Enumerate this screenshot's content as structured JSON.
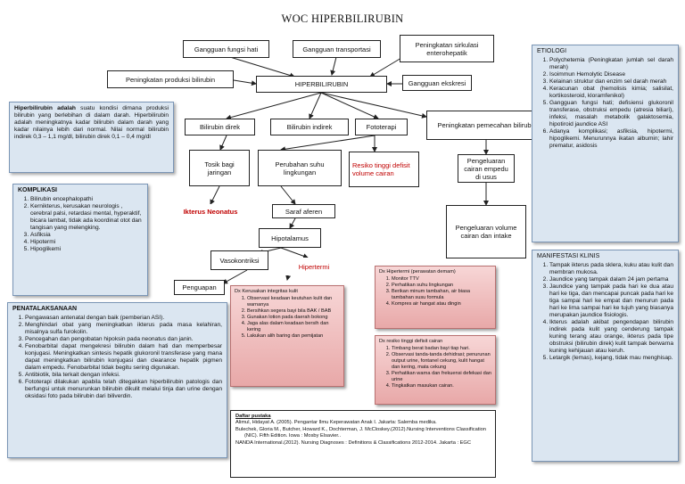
{
  "title": "WOC HIPERBILIRUBIN",
  "nodes": {
    "gangguan_fungsi_hati": "Gangguan fungsi hati",
    "gangguan_transportasi": "Gangguan transportasi",
    "sirkulasi": "Peningkatan sirkulasi enterohepatik",
    "produksi": "Peningkatan produksi bilirubin",
    "hiper": "HIPERBILIRUBIN",
    "ekskresi": "Gangguan ekskresi",
    "direk": "Bilirubin direk",
    "indirek": "Bilirubin indirek",
    "fototerapi": "Fototerapi",
    "pemecahan": "Peningkatan pemecahan bilirubin",
    "toksik": "Tosik bagi jaringan",
    "suhu": "Perubahan suhu lingkungan",
    "resiko_defisit": "Resiko tinggi defisit volume cairan",
    "pengeluaran_empedu": "Pengeluaran cairan empedu di usus",
    "ikterus": "Ikterus Neonatus",
    "saraf": "Saraf aferen",
    "hipotalamus": "Hipotalamus",
    "pengeluaran_volume": "Pengeluaran volume cairan dan intake",
    "vasokontriksi": "Vasokontriksi",
    "hipertermi": "Hipertermi",
    "penguapan": "Penguapan"
  },
  "definisi": {
    "term": "Hiperbilirubin adalah",
    "text": "suatu kondisi dimana produksi bilirubin yang berlebihan di dalam darah. Hiperbilirubin adalah meningkatnya kadar bilirubin dalam darah yang kadar nilainya lebih dari normal. Nilai normal bilirubin indirek 0,3 – 1,1 mg/dl, bilirubin direk 0,1 – 0,4 mg/dl"
  },
  "komplikasi": {
    "title": "KOMPLIKASI",
    "items": [
      "Bilirubin encephalopathi",
      "Kernikterus, kerusakan neurologis , cerebral palsi, retardasi mental, hyperaktif, bicara lambat, tidak ada koordinat otot dan tangisan yang melengking.",
      "Asfiksia",
      "Hipotermi",
      "Hipoglikemi"
    ]
  },
  "penatalaksanaan": {
    "title": "PENATALAKSANAAN",
    "items": [
      "Pengawasan antenatal dengan baik (pemberian ASI).",
      "Menghindari obat yang meningkatkan ikterus pada masa kelahiran, misalnya sulfa furokolin.",
      "Pencegahan dan pengobatan hipoksin pada neonatus dan janin.",
      "Fenobarbital dapat mengekresi bilirubin dalam hati dan memperbesar konjugasi. Meningkatkan sintesis hepatik glukoronil transferase yang mana dapat meningkatkan bilirubin konjugasi dan clearance hepatik pigmen dalam empedu. Fenobarbital tidak begitu sering digunakan.",
      "Antibiotik, bila terkait dengan infeksi.",
      "Fototerapi dilakukan apabila telah ditegakkan hiperbilirubin patologis dan berfungsi untuk menurunkan bilirubin dikulit melalui tinja dan urine dengan oksidasi foto pada bilirubin dari biliverdin."
    ]
  },
  "etiologi": {
    "title": "ETIOLOGI",
    "items": [
      "Polychetemia (Peningkatan jumlah sel darah merah)",
      "Isoimmun Hemolytic Disease",
      "Kelainan struktur dan enzim sel darah merah",
      "Keracunan obat (hemolisis kimia; salisilat, kortikosteroid, kloramfenikol)",
      "Gangguan fungsi hati; defisiensi glukoronil transferase, obstruksi empedu (atresia biliari), infeksi, masalah metabolik galaktosemia, hipotiroid jaundice ASI",
      "Adanya komplikasi; asfiksia, hipotermi, hipoglikemi. Menurunnya ikatan albumin; lahir prematur, asidosis"
    ]
  },
  "manifestasi": {
    "title": "MANIFESTASI KLINIS",
    "items": [
      "Tampak ikterus pada sklera, kuku atau kulit dan membran mukosa.",
      "Jaundice yang tampak dalam 24 jam pertama",
      "Jaundice yang tampak pada hari ke dua atau hari ke tiga, dan mencapai puncak pada hari ke tiga sampai hari ke empat dan menurun pada hari ke lima sampai hari ke tujuh yang biasanya merupakan jaundice fisiologis.",
      "Ikterus adalah akibat pengendapan bilirubin indirek pada kulit yang cenderung tampak kuning terang atau orange, ikterus pada tipe obstruksi (bilirubin direk) kulit tampak berwarna kuning kehijauan atau keruh.",
      "Letargik (lemas), kejang, tidak mau menghisap."
    ]
  },
  "dx_kerusakan": {
    "title": "Dx Kerusakan integritas kulit",
    "items": [
      "Observasi keadaan keutuhan kulit dan warnanya",
      "Bersihkan segera bayi bila BAK / BAB",
      "Gunakan lotion pada daerah bokong",
      "Jaga alas dalam keadaan bersih dan kering",
      "Lakukan alih baring dan pemijatan"
    ]
  },
  "dx_hipertermi": {
    "title": "Dx Hipertermi (perawatan demam)",
    "items": [
      "Monitor TTV",
      "Perhatikan suhu lingkungan",
      "Berikan minum tambahan, air biasa tambahan susu formula",
      "Kompres air hangat atau dingin"
    ]
  },
  "dx_resiko": {
    "title": "Dx resiko tinggi defisit cairan",
    "items": [
      "Timbang berat badan bayi tiap hari.",
      "Observasi tanda-tanda dehidrasi; penurunan output urine, fontanel cekung, kulit hangat dan kering, mata cekung",
      "Perhatikan warna dan frekuensi defekasi dan urine",
      "Tingkatkan masukan cairan."
    ]
  },
  "pustaka": {
    "title": "Daftar pustaka",
    "entries": [
      "Alimul, Hidayat A. (2005). Pengantar Ilmu Keperawatan Anak I. Jakarta: Salemba medika.",
      "Bulechek, Gloria M., Butcher, Howard K., Dochterman, J. McCloskey.(2012).Nursing Interventions Classification (NIC). Fifth Edition. Iowa : Mosby Elsavier..",
      "NANDA International.(2012). Nursing Diagnoses : Definitions & Classifications 2012-2014. Jakarta : EGC"
    ]
  }
}
